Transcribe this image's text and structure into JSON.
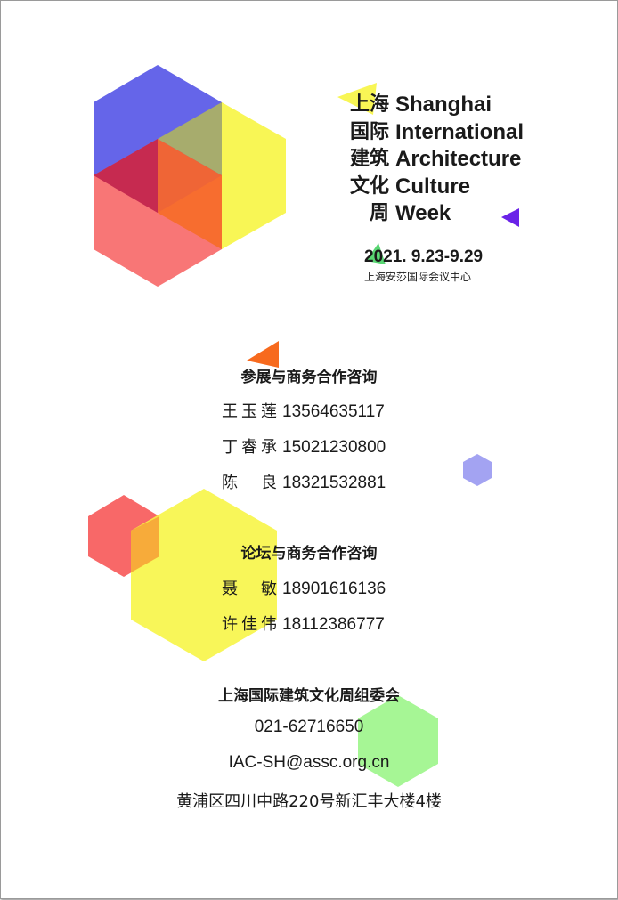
{
  "title_cn": [
    "上海",
    "国际",
    "建筑",
    "文化",
    "周"
  ],
  "title_en": [
    "Shanghai",
    "International",
    "Architecture",
    "Culture",
    "Week"
  ],
  "date": "2021. 9.23-9.29",
  "venue": "上海安莎国际会议中心",
  "exhibit": {
    "heading": "参展与商务合作咨询",
    "contacts": [
      {
        "name": "王玉莲",
        "phone": "13564635117"
      },
      {
        "name": "丁睿承",
        "phone": "15021230800"
      },
      {
        "name": "陈 良",
        "phone": "18321532881"
      }
    ]
  },
  "forum": {
    "heading": "论坛与商务合作咨询",
    "contacts": [
      {
        "name": "聂 敏",
        "phone": "18901616136"
      },
      {
        "name": "许佳伟",
        "phone": "18112386777"
      }
    ]
  },
  "organizer": {
    "heading": "上海国际建筑文化周组委会",
    "phone": "021-62716650",
    "email": "IAC-SH@assc.org.cn",
    "address": "黄浦区四川中路220号新汇丰大楼4楼"
  },
  "colors": {
    "blue": "#5050e6",
    "yellow": "#f7f542",
    "red": "#f75858",
    "orange": "#f76a1e",
    "green": "#9cf58a",
    "lavender": "#a3a3f2",
    "purple": "#6a22e8"
  }
}
